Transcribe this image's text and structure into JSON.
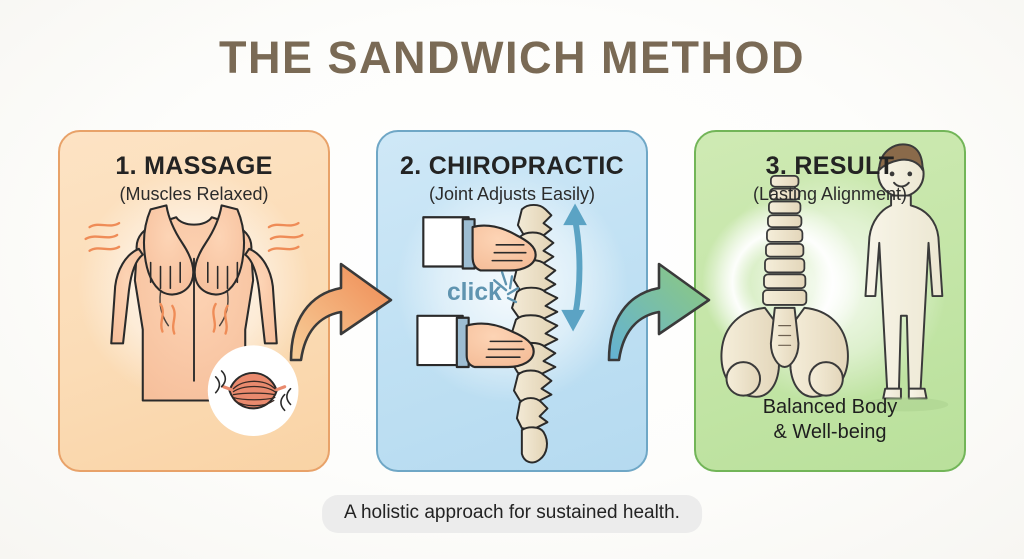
{
  "title": "THE SANDWICH METHOD",
  "title_color": "#7a6a55",
  "background_color": "#fdfdfb",
  "panels": [
    {
      "id": "massage",
      "title": "1. MASSAGE",
      "subtitle": "(Muscles Relaxed)",
      "caption": "",
      "bg_color": "#fbdcb6",
      "border_color": "#e8a269",
      "illustration": "hands-massaging-back-with-muscle-inset"
    },
    {
      "id": "chiropractic",
      "title": "2. CHIROPRACTIC",
      "subtitle": "(Joint Adjusts Easily)",
      "caption": "",
      "bg_color": "#bfe0f3",
      "border_color": "#6fa7c6",
      "illustration": "hands-adjusting-spine",
      "annotation": "click",
      "annotation_color": "#5f94b0"
    },
    {
      "id": "result",
      "title": "3. RESULT",
      "subtitle": "(Lasting Alignment)",
      "caption_line_1": "Balanced Body",
      "caption_line_2": "& Well-being",
      "bg_color": "#c3e5a6",
      "border_color": "#72b558",
      "illustration": "aligned-spine-pelvis-and-standing-person"
    }
  ],
  "arrows": [
    {
      "id": "arrow-massage-to-chiropractic",
      "color_start": "#f6c98f",
      "color_end": "#f08a52"
    },
    {
      "id": "arrow-chiropractic-to-result",
      "color_start": "#6fb8d6",
      "color_end": "#8cc97e"
    }
  ],
  "footer": {
    "text": "A holistic approach for sustained health.",
    "pill_color": "#ececec"
  }
}
